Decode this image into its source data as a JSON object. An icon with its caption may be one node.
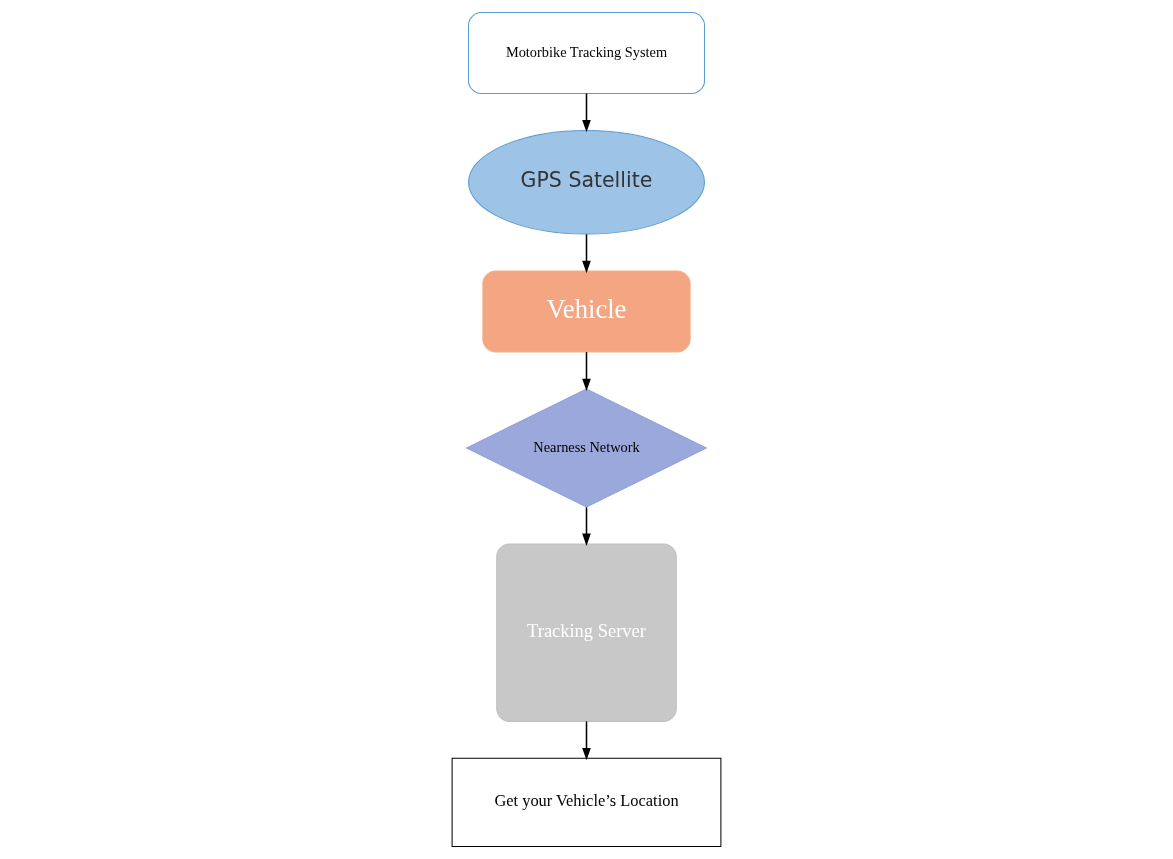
{
  "diagram": {
    "nodes": [
      {
        "text": [
          "Motorbike Tracking System"
        ]
      },
      {
        "text": [
          "GPS Satellite"
        ]
      },
      {
        "text": [
          "Vehicle"
        ]
      },
      {
        "text": [
          "Nearness Network"
        ]
      },
      {
        "text": [
          "Tracking Server"
        ]
      },
      {
        "text": [
          "Get your Vehicle’s Location"
        ]
      }
    ],
    "edges": [
      {
        "from": 0,
        "to": 1,
        "arrow": "to"
      },
      {
        "from": 1,
        "to": 2,
        "arrow": "to"
      },
      {
        "from": 2,
        "to": 3,
        "arrow": "to"
      },
      {
        "from": 3,
        "to": 4,
        "arrow": "to"
      },
      {
        "from": 4,
        "to": 5,
        "arrow": "to"
      }
    ]
  }
}
